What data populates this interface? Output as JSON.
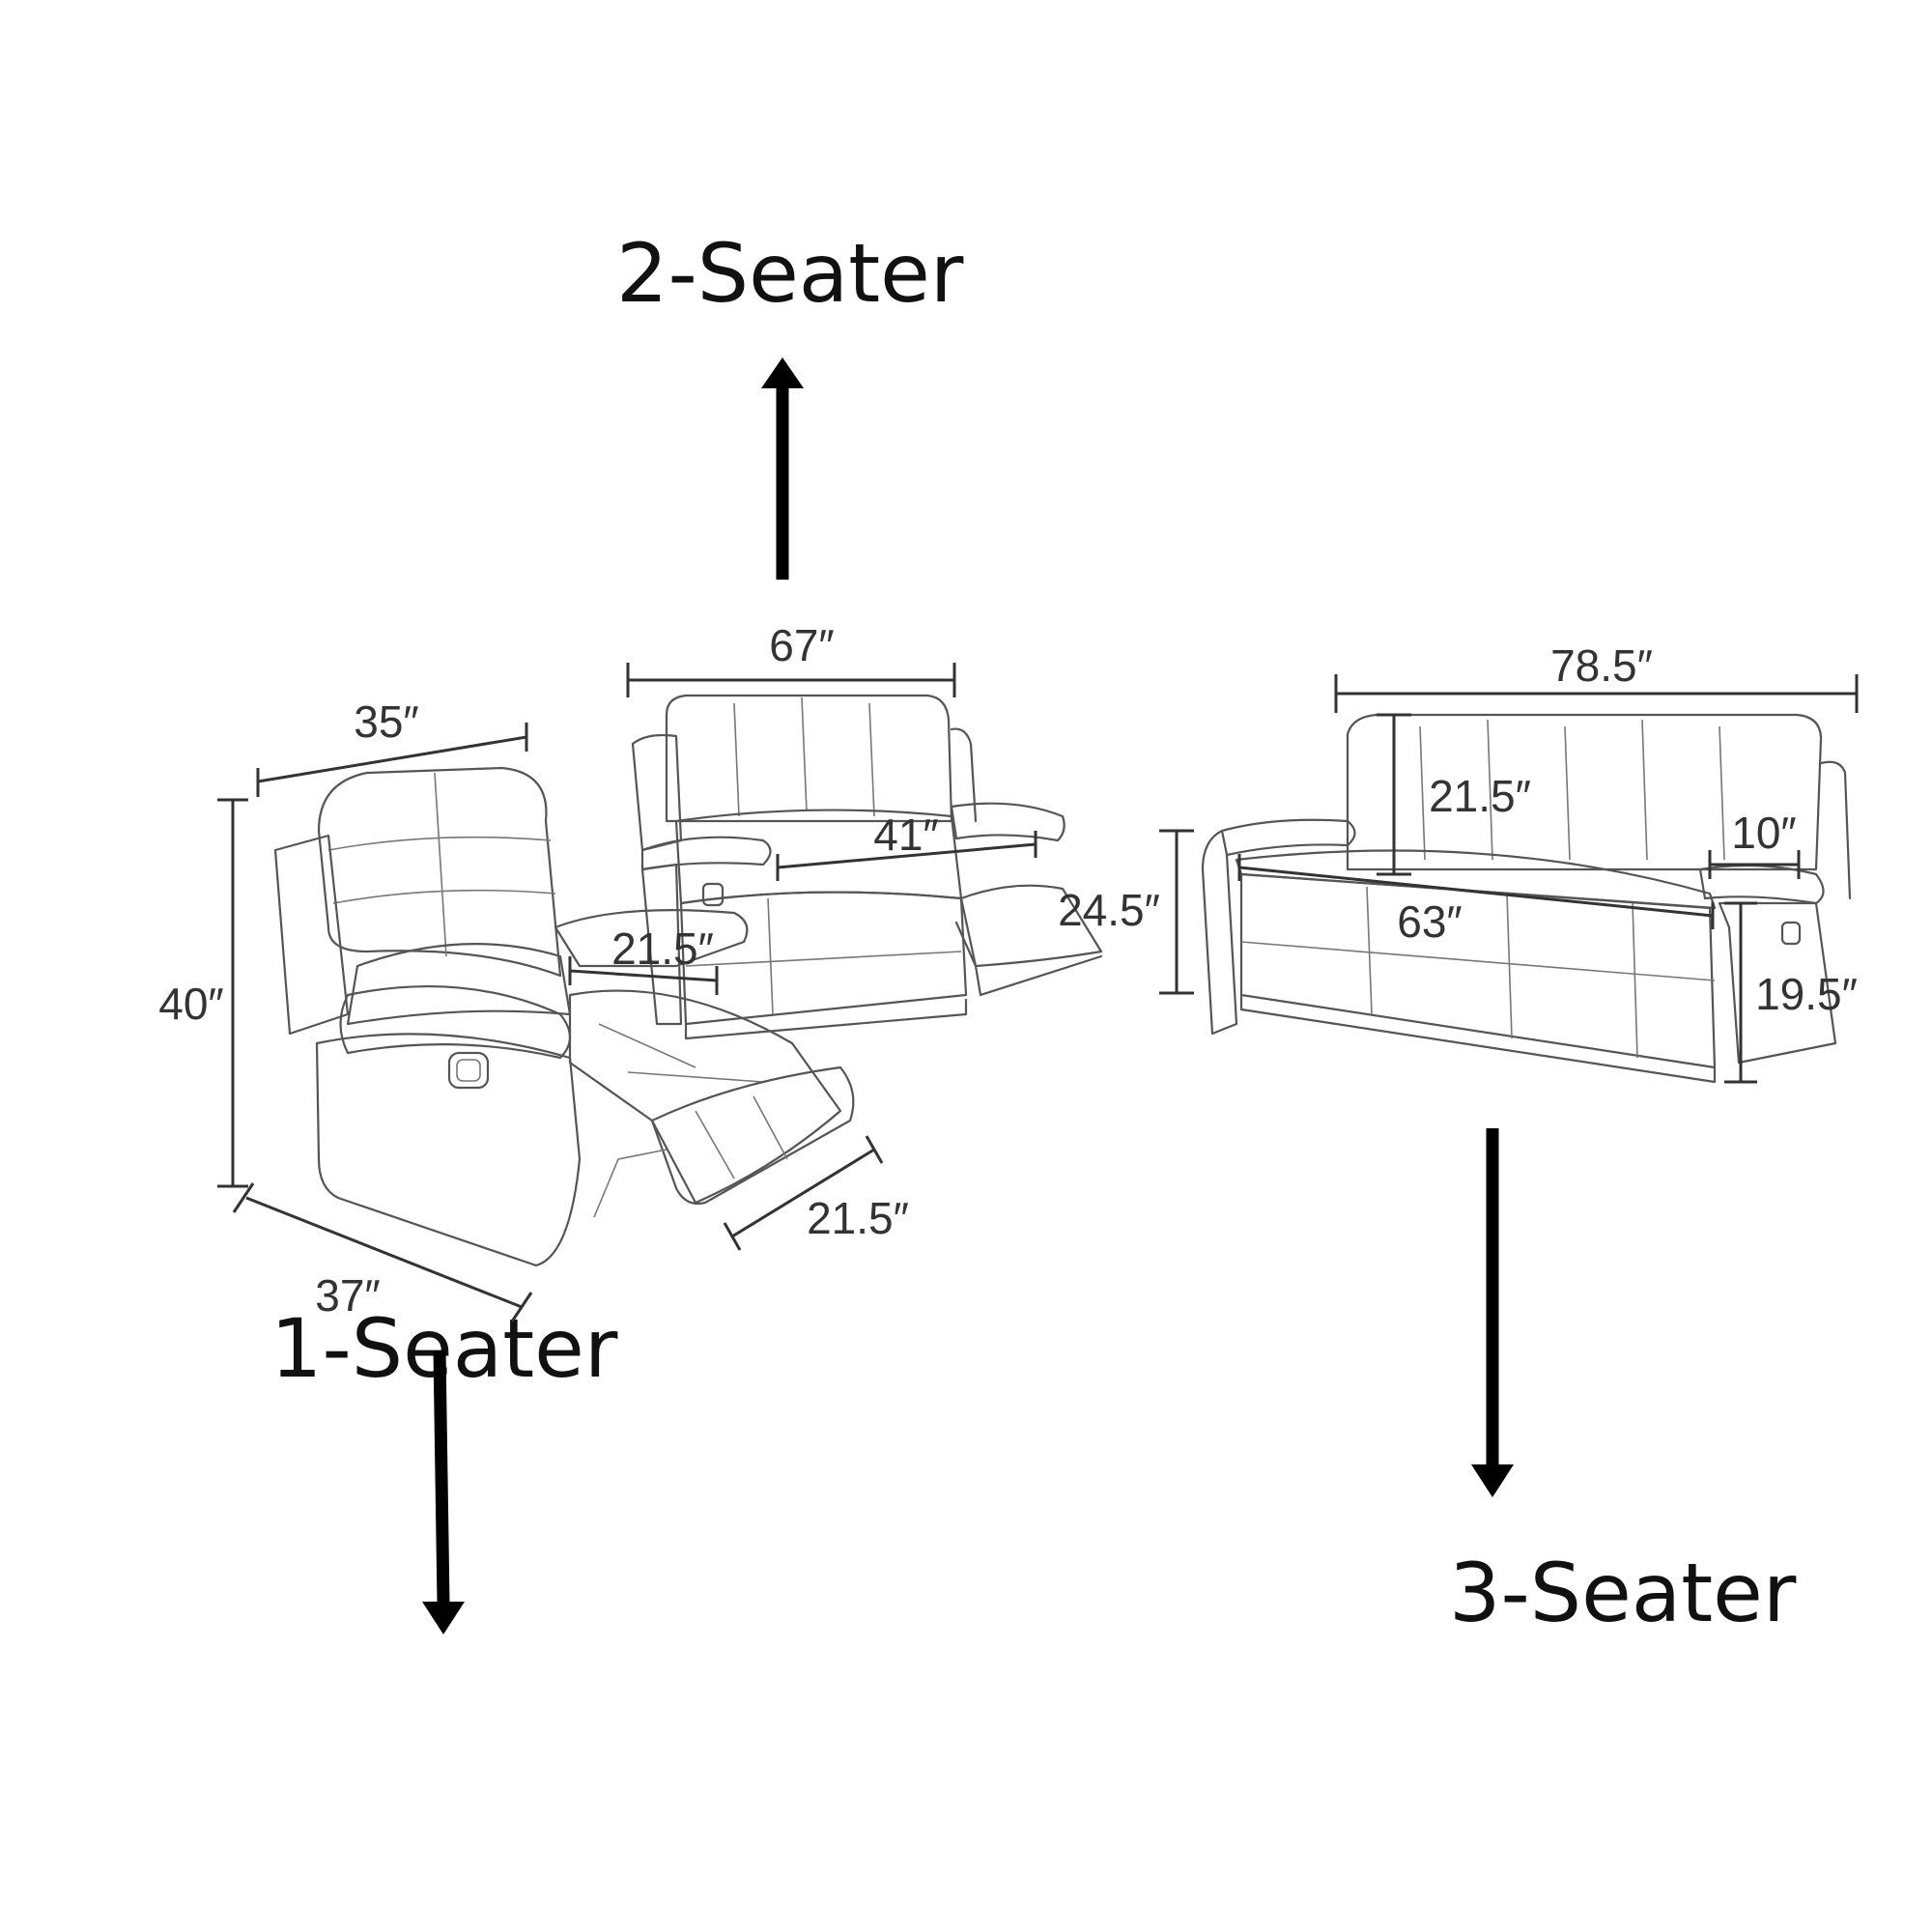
{
  "labels": {
    "two_seater": "2-Seater",
    "one_seater": "1-Seater",
    "three_seater": "3-Seater"
  },
  "dimensions": {
    "one_seater": {
      "back_width": "35″",
      "height": "40″",
      "seat_width": "21.5″",
      "footrest": "21.5″",
      "depth": "37″"
    },
    "two_seater": {
      "width": "67″",
      "seat_width": "41″",
      "seat_height": "24.5″"
    },
    "three_seater": {
      "width": "78.5″",
      "back_height": "21.5″",
      "arm_width": "10″",
      "seat_width": "63″",
      "arm_height": "19.5″"
    }
  },
  "colors": {
    "text": "#111111",
    "sketch": "#555555",
    "arrow": "#000000"
  }
}
